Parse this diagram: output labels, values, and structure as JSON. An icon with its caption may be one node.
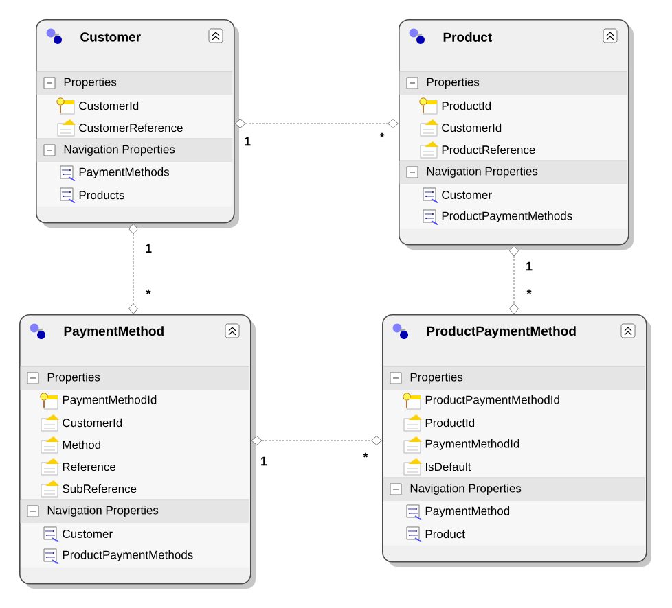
{
  "diagram": {
    "nodes": [
      {
        "text": [
          "Customer"
        ]
      },
      {
        "text": [
          "Properties",
          "CustomerId",
          "CustomerReference"
        ],
        "in": 0
      },
      {
        "text": [
          "Navigation Properties",
          "PaymentMethods",
          "Products"
        ],
        "in": 0
      },
      {
        "text": [
          "Product"
        ]
      },
      {
        "text": [
          "Properties",
          "ProductId",
          "CustomerId",
          "ProductReference"
        ],
        "in": 3
      },
      {
        "text": [
          "Navigation Properties",
          "Customer",
          "ProductPaymentMethods"
        ],
        "in": 3
      },
      {
        "text": [
          "PaymentMethod"
        ]
      },
      {
        "text": [
          "Properties",
          "PaymentMethodId",
          "CustomerId",
          "Method",
          "Reference",
          "SubReference"
        ],
        "in": 6
      },
      {
        "text": [
          "Navigation Properties",
          "Customer",
          "ProductPaymentMethods"
        ],
        "in": 6
      },
      {
        "text": [
          "ProductPaymentMethod"
        ]
      },
      {
        "text": [
          "Properties",
          "ProductPaymentMethodId",
          "ProductId",
          "PaymentMethodId",
          "IsDefault"
        ],
        "in": 9
      },
      {
        "text": [
          "Navigation Properties",
          "PaymentMethod",
          "Product"
        ],
        "in": 9
      }
    ],
    "edges": [
      {
        "from": 0,
        "to": 3,
        "arrow": "other",
        "style": "dashed"
      },
      {
        "from": 0,
        "to": 6,
        "arrow": "other",
        "style": "dashed"
      },
      {
        "from": 3,
        "to": 9,
        "arrow": "other",
        "style": "dashed"
      },
      {
        "from": 6,
        "to": 9,
        "arrow": "other",
        "style": "dashed"
      }
    ],
    "labels": [
      "1",
      "*",
      "1",
      "*",
      "1",
      "*",
      "1",
      "*"
    ]
  }
}
